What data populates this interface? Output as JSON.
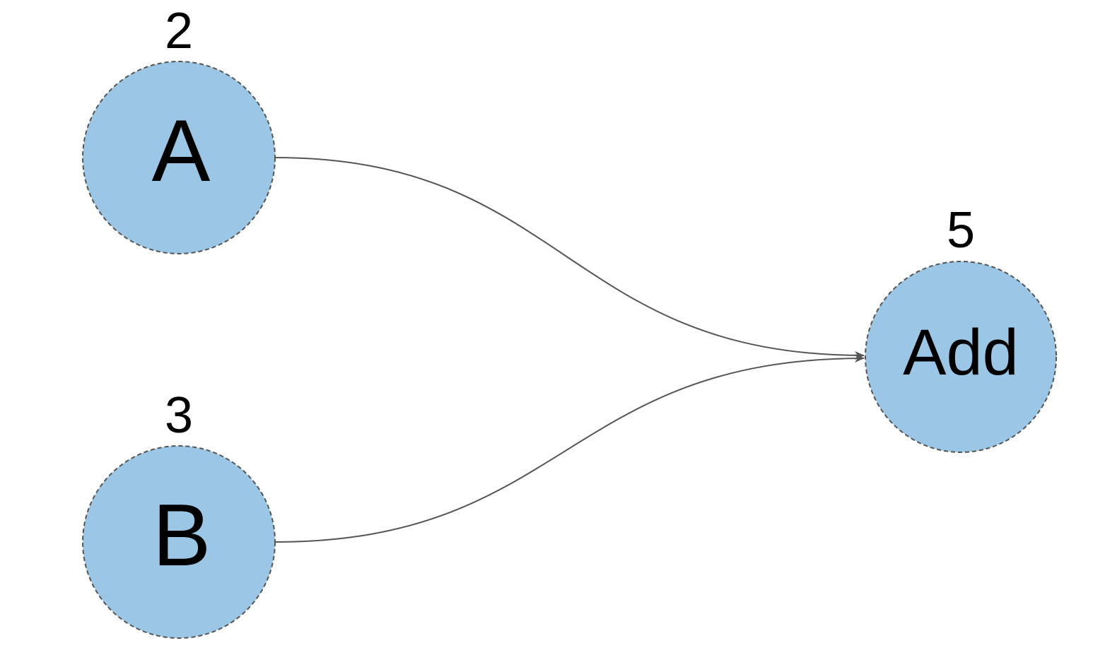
{
  "diagram": {
    "type": "computation-graph",
    "colors": {
      "node_fill": "#9bc6e5",
      "node_stroke": "#555555",
      "edge": "#555555",
      "text": "#000000"
    },
    "nodes": [
      {
        "id": "A",
        "label": "A",
        "value": "2"
      },
      {
        "id": "B",
        "label": "B",
        "value": "3"
      },
      {
        "id": "Add",
        "label": "Add",
        "value": "5"
      }
    ],
    "edges": [
      {
        "from": "A",
        "to": "Add"
      },
      {
        "from": "B",
        "to": "Add"
      }
    ]
  }
}
